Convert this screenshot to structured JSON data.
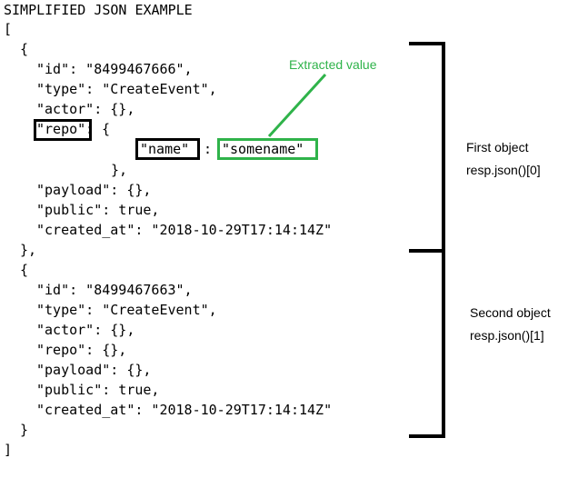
{
  "title": "SIMPLIFIED JSON EXAMPLE",
  "code": {
    "open_bracket": "[",
    "obj1_open": "{",
    "obj1_id": "\"id\": \"8499467666\",",
    "obj1_type": "\"type\": \"CreateEvent\",",
    "obj1_actor": "\"actor\": {},",
    "obj1_repo_key": "\"repo\"",
    "obj1_repo_rest": ": {",
    "obj1_name_key": "\"name\"",
    "obj1_colon": ":",
    "obj1_name_value": "\"somename\"",
    "obj1_repo_close": "},",
    "obj1_payload": "\"payload\": {},",
    "obj1_public": "\"public\": true,",
    "obj1_created": "\"created_at\": \"2018-10-29T17:14:14Z\"",
    "obj1_close": "},",
    "obj2_open": "{",
    "obj2_id": "\"id\": \"8499467663\",",
    "obj2_type": "\"type\": \"CreateEvent\",",
    "obj2_actor": "\"actor\": {},",
    "obj2_repo": "\"repo\": {},",
    "obj2_payload": "\"payload\": {},",
    "obj2_public": "\"public\": true,",
    "obj2_created": "\"created_at\": \"2018-10-29T17:14:14Z\"",
    "obj2_close": "}",
    "close_bracket": "]"
  },
  "annotations": {
    "extracted_value": "Extracted value",
    "first_object": "First object",
    "first_object_expr": "resp.json()[0]",
    "second_object": "Second object",
    "second_object_expr": "resp.json()[1]"
  },
  "colors": {
    "highlight_green": "#2fb34a",
    "box_black": "#000000"
  }
}
